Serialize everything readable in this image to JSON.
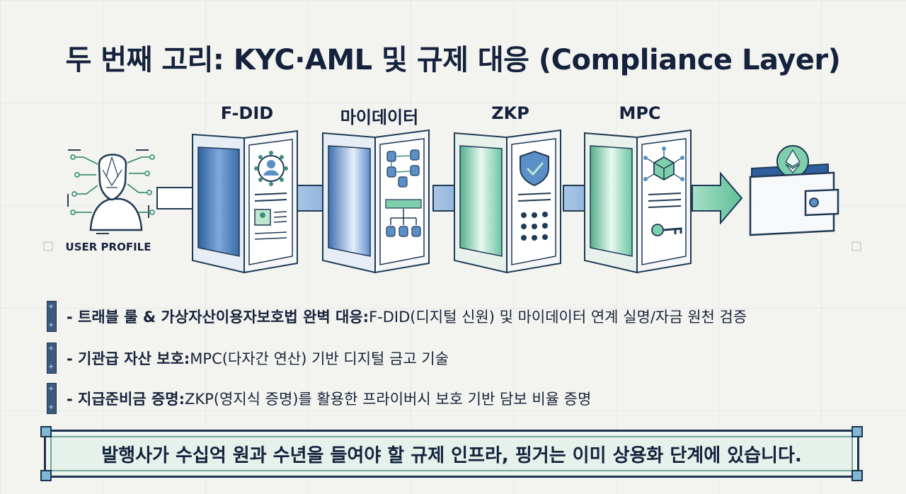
{
  "title": "두 번째 고리: KYC·AML 및 규제 대응 (Compliance Layer)",
  "user_label": "USER PROFILE",
  "stages": [
    {
      "label": "F-DID",
      "icon": "user-network-icon",
      "color": "#3f6fa8"
    },
    {
      "label": "마이데이터",
      "icon": "data-flow-icon",
      "color": "#5b8fc7"
    },
    {
      "label": "ZKP",
      "icon": "shield-check-icon",
      "color": "#5fbf98"
    },
    {
      "label": "MPC",
      "icon": "cube-network-icon",
      "color": "#6fc6a6"
    }
  ],
  "end_icon": "wallet-ethereum-icon",
  "bullets": [
    {
      "head": "- 트래블 룰 & 가상자산이용자보호법 완벽 대응:",
      "body": " F-DID(디지털 신원) 및 마이데이터 연계 실명/자금 원천 검증"
    },
    {
      "head": "- 기관급 자산 보호:",
      "body": " MPC(다자간 연산) 기반 디지털 금고 기술"
    },
    {
      "head": "- 지급준비금 증명:",
      "body": " ZKP(영지식 증명)를 활용한 프라이버시 보호 기반 담보 비율 증명"
    }
  ],
  "banner": "발행사가 수십억 원과 수년을 들여야 할 규제 인프라, 핑거는 이미 상용화 단계에 있습니다."
}
